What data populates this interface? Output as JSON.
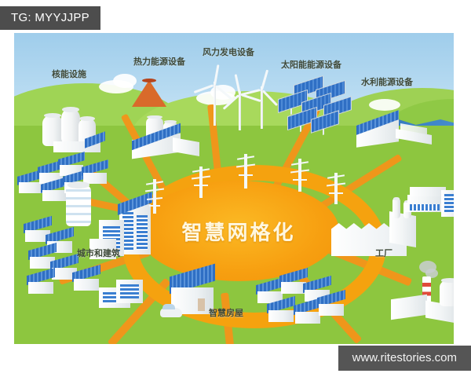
{
  "badge": {
    "text": "TG: MYYJJPP"
  },
  "watermark": {
    "text": "www.ritestories.com"
  },
  "illustration": {
    "center_label": "智慧网格化",
    "labels": [
      {
        "id": "nuclear",
        "text": "核能设施"
      },
      {
        "id": "thermal",
        "text": "热力能源设备"
      },
      {
        "id": "wind",
        "text": "风力发电设备"
      },
      {
        "id": "solar",
        "text": "太阳能能源设备"
      },
      {
        "id": "hydro",
        "text": "水利能源设备"
      },
      {
        "id": "city",
        "text": "城市和建筑"
      },
      {
        "id": "house",
        "text": "智慧房屋"
      },
      {
        "id": "factory",
        "text": "工厂"
      }
    ],
    "colors": {
      "grass": "#8dc63f",
      "sky_top": "#9fcdeb",
      "sky_bottom": "#cde7f5",
      "ring_orange": "#f5a20f",
      "core_orange": "#f79f10",
      "core_text": "#fff7e0",
      "water_blue": "#3f86c9",
      "panel_blue": "#2f6fc4",
      "badge_gray": "#4d4d4d",
      "watermark_gray": "#555555"
    }
  }
}
